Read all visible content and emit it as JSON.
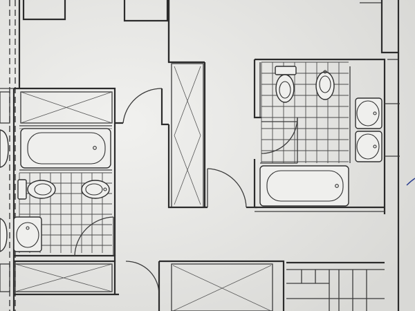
{
  "drawing": {
    "type": "architectural floor plan (photographed print)",
    "palette": {
      "paper": "#e6e6e4",
      "line": "#2b2b2b",
      "pen_mark": "#2a3d8f"
    },
    "rooms": [
      {
        "name": "bathroom-left",
        "fixtures": [
          "bathtub-icon",
          "toilet-icon",
          "bidet-icon",
          "washbasin-icon"
        ],
        "tiled_floor": true
      },
      {
        "name": "bathroom-right",
        "fixtures": [
          "toilet-icon",
          "bidet-icon",
          "washbasin-icon",
          "washbasin-icon",
          "bathtub-icon"
        ],
        "tiled_floor": true
      },
      {
        "name": "closet-center-left",
        "fixtures": [
          "closet-cross-icon"
        ]
      },
      {
        "name": "corridor-center",
        "fixtures": [
          "closet-cross-icon"
        ]
      }
    ],
    "door_count": 5
  }
}
